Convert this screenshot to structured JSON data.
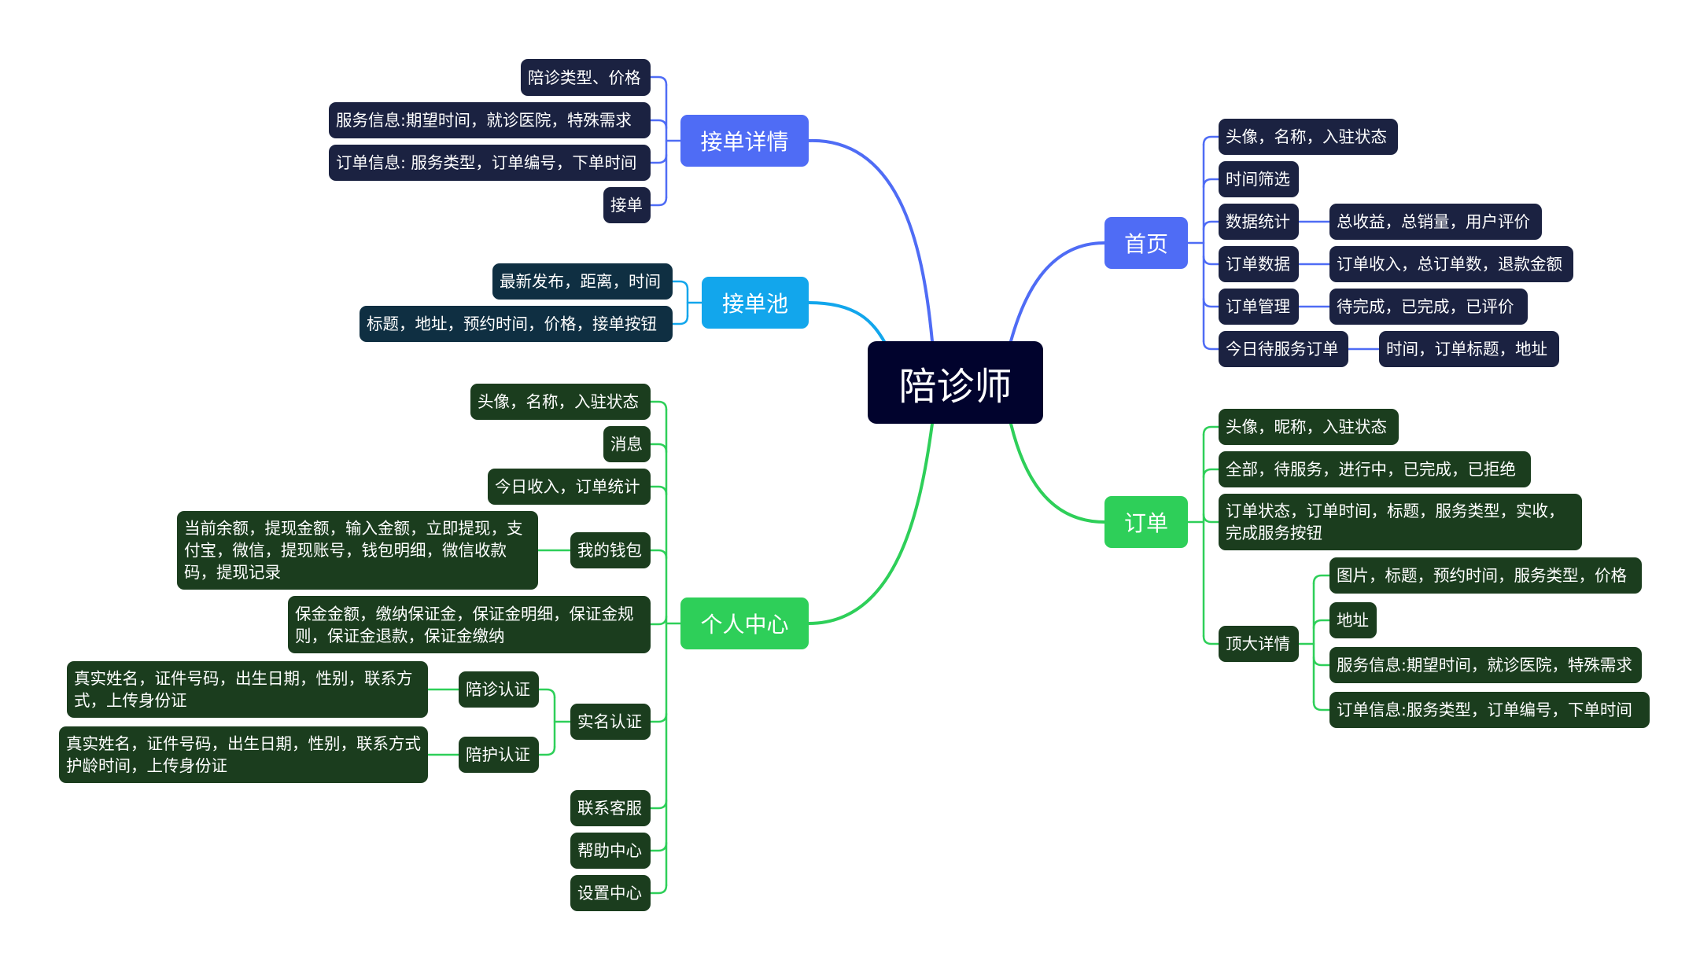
{
  "root": {
    "label": "陪诊师"
  },
  "colors": {
    "root_bg": "#01032d",
    "blue": "#4f6cf5",
    "green": "#2ecf59",
    "sky": "#12a6ec",
    "leaf_dark": "#1b2241",
    "leaf_green": "#1b3d1e",
    "leaf_sky": "#0f2f42"
  },
  "branches": {
    "jiedan_xiangqing": {
      "label": "接单详情",
      "items": [
        "陪诊类型、价格",
        "服务信息:期望时间，就诊医院，特殊需求",
        "订单信息: 服务类型，订单编号，下单时间",
        "接单"
      ]
    },
    "jiedan_chi": {
      "label": "接单池",
      "items": [
        "最新发布，距离，时间",
        "标题，地址，预约时间，价格，接单按钮"
      ]
    },
    "geren_zhongxin": {
      "label": "个人中心",
      "items": [
        "头像，名称，入驻状态",
        "消息",
        "今日收入，订单统计",
        "我的钱包",
        "联系客服",
        "帮助中心",
        "设置中心"
      ],
      "wallet_detail": "当前余额，提现金额，输入金额，立即提现，支付宝，微信，提现账号，钱包明细，微信收款码，提现记录",
      "deposit_detail": "保金金额，缴纳保证金，保证金明细，保证金规则，保证金退款，保证金缴纳",
      "realname": {
        "label": "实名认证",
        "peizhen": {
          "label": "陪诊认证",
          "detail": "真实姓名，证件号码，出生日期，性别，联系方式，上传身份证"
        },
        "peihu": {
          "label": "陪护认证",
          "detail": "真实姓名，证件号码，出生日期，性别，联系方式护龄时间，上传身份证"
        }
      }
    },
    "shouye": {
      "label": "首页",
      "items": [
        "头像，名称，入驻状态",
        "时间筛选",
        "数据统计",
        "订单数据",
        "订单管理",
        "今日待服务订单"
      ],
      "details": [
        "总收益，总销量，用户评价",
        "订单收入，总订单数，退款金额",
        "待完成，已完成，已评价",
        "时间，订单标题，地址"
      ]
    },
    "dingdan": {
      "label": "订单",
      "items": [
        "头像，昵称，入驻状态",
        "全部，待服务，进行中，已完成，已拒绝",
        "订单状态，订单时间，标题，服务类型，实收，完成服务按钮",
        "顶大详情"
      ],
      "details": [
        "图片，标题，预约时间，服务类型，价格",
        "地址",
        "服务信息:期望时间，就诊医院，特殊需求",
        "订单信息:服务类型，订单编号，下单时间"
      ]
    }
  }
}
